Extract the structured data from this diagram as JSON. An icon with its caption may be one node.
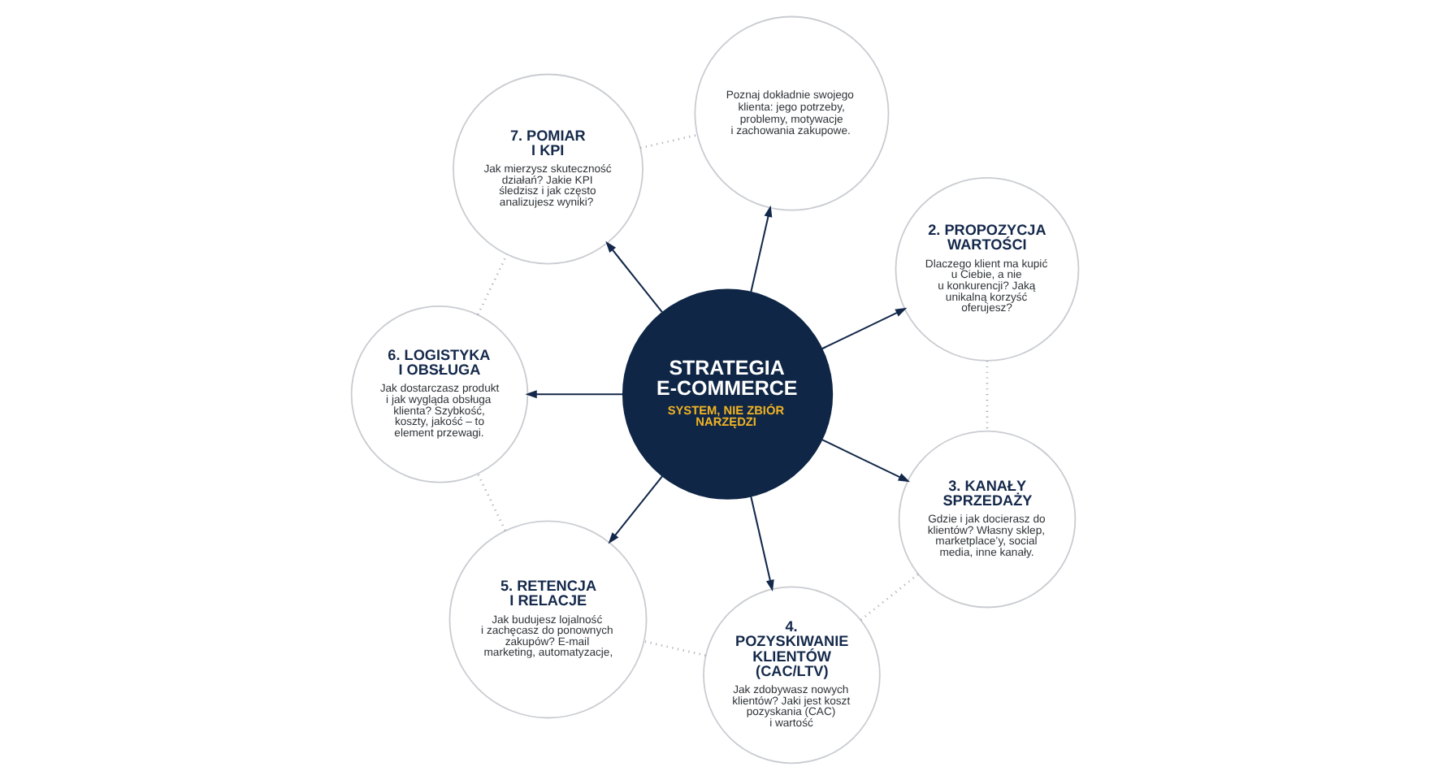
{
  "diagram": {
    "nodes": [
      {
        "text": [
          "STRATEGIA E-COMMERCE",
          "SYSTEM, NIE ZBIÓR NARZĘDZI"
        ]
      },
      {
        "text": [
          "Poznaj dokładnie swojego klienta: jego potrzeby, problemy, motywacje i zachowania zakupowe."
        ]
      },
      {
        "text": [
          "2. PROPOZYCJA WARTOŚCI",
          "Dlaczego klient ma kupić u Ciebie, a nie u konkurencji? Jaką unikalną korzyść oferujesz?"
        ]
      },
      {
        "text": [
          "3. KANAŁY SPRZEDAŻY",
          "Gdzie i jak docierasz do klientów? Własny sklep, marketplace’y, social media, inne kanały."
        ]
      },
      {
        "text": [
          "4. POZYSKIWANIE KLIENTÓW (CAC/LTV)",
          "Jak zdobywasz nowych klientów? Jaki jest koszt pozyskania (CAC) i wartość"
        ]
      },
      {
        "text": [
          "5. RETENCJA I RELACJE",
          "Jak budujesz lojalność i zachęcasz do ponownych zakupów? E-mail marketing, automatyzacje,"
        ]
      },
      {
        "text": [
          "6. LOGISTYKA I OBSŁUGA",
          "Jak dostarczasz produkt i jak wygląda obsługa klienta? Szybkość, koszty, jakość – to element przewagi."
        ]
      },
      {
        "text": [
          "7. POMIAR I KPI",
          "Jak mierzysz skuteczność działań? Jakie KPI śledzisz i jak często analizujesz wyniki?"
        ]
      }
    ],
    "edges": [
      {
        "from": 0,
        "to": 1,
        "arrow": "to"
      },
      {
        "from": 0,
        "to": 2,
        "arrow": "to"
      },
      {
        "from": 0,
        "to": 3,
        "arrow": "to"
      },
      {
        "from": 0,
        "to": 4,
        "arrow": "to"
      },
      {
        "from": 0,
        "to": 5,
        "arrow": "to"
      },
      {
        "from": 0,
        "to": 6,
        "arrow": "to"
      },
      {
        "from": 0,
        "to": 7,
        "arrow": "to"
      },
      {
        "from": 2,
        "to": 3,
        "arrow": "none",
        "style": "dashed",
        "color": "#a9adb3"
      },
      {
        "from": 3,
        "to": 4,
        "arrow": "none",
        "style": "dashed",
        "color": "#a9adb3"
      },
      {
        "from": 4,
        "to": 5,
        "arrow": "none",
        "style": "dashed",
        "color": "#a9adb3"
      },
      {
        "from": 5,
        "to": 6,
        "arrow": "none",
        "style": "dashed",
        "color": "#a9adb3"
      },
      {
        "from": 6,
        "to": 7,
        "arrow": "none",
        "style": "dashed",
        "color": "#a9adb3"
      },
      {
        "from": 7,
        "to": 1,
        "arrow": "none",
        "style": "dashed",
        "color": "#a9adb3"
      }
    ]
  }
}
